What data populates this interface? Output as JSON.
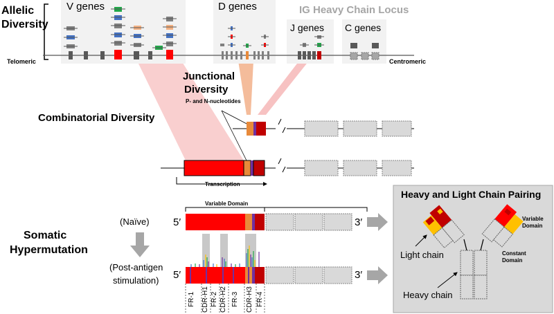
{
  "locus": {
    "allelic_label": [
      "Allelic",
      "Diversity"
    ],
    "title": "IG Heavy Chain Locus",
    "segments": {
      "v": "V genes",
      "d": "D genes",
      "j": "J genes",
      "c": "C genes"
    },
    "telomeric": "Telomeric",
    "centromeric": "Centromeric"
  },
  "junctional": {
    "title": [
      "Junctional",
      "Diversity"
    ],
    "subtitle": "P- and N-nucleotides"
  },
  "combinatorial": {
    "title": "Combinatorial Diversity"
  },
  "transcription": {
    "label": "Transcription"
  },
  "shm": {
    "title": [
      "Somatic",
      "Hypermutation"
    ],
    "naive": "(Naïve)",
    "post": [
      "(Post-antigen",
      "stimulation)"
    ],
    "variable_domain": "Variable Domain",
    "five_prime": "5′",
    "three_prime": "3′",
    "regions": [
      "FR-1",
      "CDR-H1",
      "FR-2",
      "CDR-H2",
      "FR-3",
      "CDR-H3",
      "FR-4"
    ]
  },
  "pairing": {
    "title": "Heavy and Light Chain Pairing",
    "light_chain": "Light chain",
    "heavy_chain": "Heavy chain",
    "variable_domain": [
      "Variable",
      "Domain"
    ],
    "constant_domain": [
      "Constant",
      "Domain"
    ]
  },
  "colors": {
    "v_red": "#ff0000",
    "d_orange": "#e88a3a",
    "j_purple": "#7030a0",
    "dark_red": "#c00000",
    "panel_grey": "#f2f2f2",
    "constant_grey": "#d9d9d9",
    "cdr_highlight": "#c8c8c8",
    "locus_title_grey": "#a6a6a6",
    "light_chain_yellow": "#ffc000",
    "arrow_grey": "#a6a6a6"
  }
}
